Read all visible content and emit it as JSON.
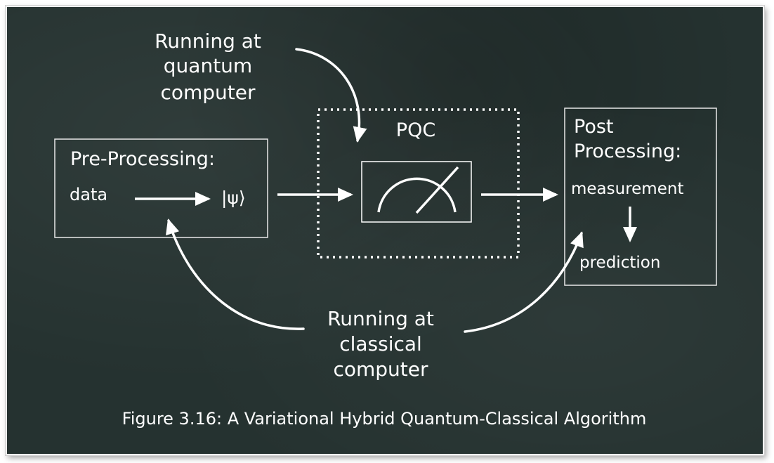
{
  "top_note": [
    "Running at",
    "quantum",
    "computer"
  ],
  "bottom_note": [
    "Running at",
    "classical",
    "computer"
  ],
  "preprocessing": {
    "title": "Pre-Processing:",
    "input_label": "data",
    "output_label": "|ψ⟩"
  },
  "pqc": {
    "title": "PQC",
    "icon": "measurement-meter-icon"
  },
  "postprocessing": {
    "title": [
      "Post",
      "Processing:"
    ],
    "measurement_label": "measurement",
    "prediction_label": "prediction"
  },
  "caption": "Figure 3.16: A Variational Hybrid Quantum-Classical Algorithm",
  "colors": {
    "board": "#253230",
    "chalk": "#ffffff",
    "frame": "#f3f3f3"
  }
}
